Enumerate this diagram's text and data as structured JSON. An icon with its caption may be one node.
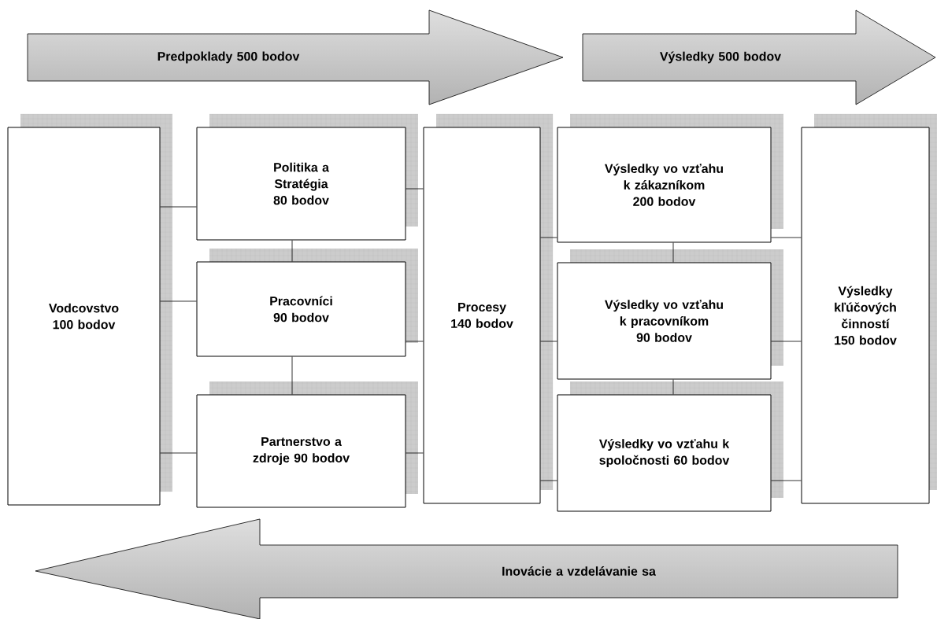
{
  "diagram": {
    "nodes": [
      {
        "text": [
          "Predpoklady 500 bodov"
        ]
      },
      {
        "text": [
          "Výsledky 500 bodov"
        ]
      },
      {
        "text": [
          "Vodcovstvo 100 bodov"
        ]
      },
      {
        "text": [
          "Politika a Stratégia 80 bodov"
        ]
      },
      {
        "text": [
          "Pracovníci 90 bodov"
        ]
      },
      {
        "text": [
          "Partnerstvo a zdroje 90 bodov"
        ]
      },
      {
        "text": [
          "Procesy 140 bodov"
        ]
      },
      {
        "text": [
          "Výsledky vo vzťahu k zákazníkom 200 bodov"
        ]
      },
      {
        "text": [
          "Výsledky vo vzťahu k pracovníkom 90 bodov"
        ]
      },
      {
        "text": [
          "Výsledky vo vzťahu k spoločnosti 60 bodov"
        ]
      },
      {
        "text": [
          "Výsledky kľúčových činností 150 bodov"
        ]
      },
      {
        "text": [
          "Inovácie a vzdelávanie sa"
        ]
      }
    ],
    "edges": [
      {
        "from": 2,
        "to": 3,
        "arrow": "none"
      },
      {
        "from": 2,
        "to": 4,
        "arrow": "none"
      },
      {
        "from": 2,
        "to": 5,
        "arrow": "none"
      },
      {
        "from": 3,
        "to": 4,
        "arrow": "none"
      },
      {
        "from": 4,
        "to": 5,
        "arrow": "none"
      },
      {
        "from": 3,
        "to": 6,
        "arrow": "none"
      },
      {
        "from": 4,
        "to": 6,
        "arrow": "none"
      },
      {
        "from": 5,
        "to": 6,
        "arrow": "none"
      },
      {
        "from": 6,
        "to": 7,
        "arrow": "none"
      },
      {
        "from": 6,
        "to": 8,
        "arrow": "none"
      },
      {
        "from": 6,
        "to": 9,
        "arrow": "none"
      },
      {
        "from": 7,
        "to": 8,
        "arrow": "none"
      },
      {
        "from": 8,
        "to": 9,
        "arrow": "none"
      },
      {
        "from": 7,
        "to": 10,
        "arrow": "none"
      },
      {
        "from": 8,
        "to": 10,
        "arrow": "none"
      },
      {
        "from": 9,
        "to": 10,
        "arrow": "none"
      }
    ]
  }
}
